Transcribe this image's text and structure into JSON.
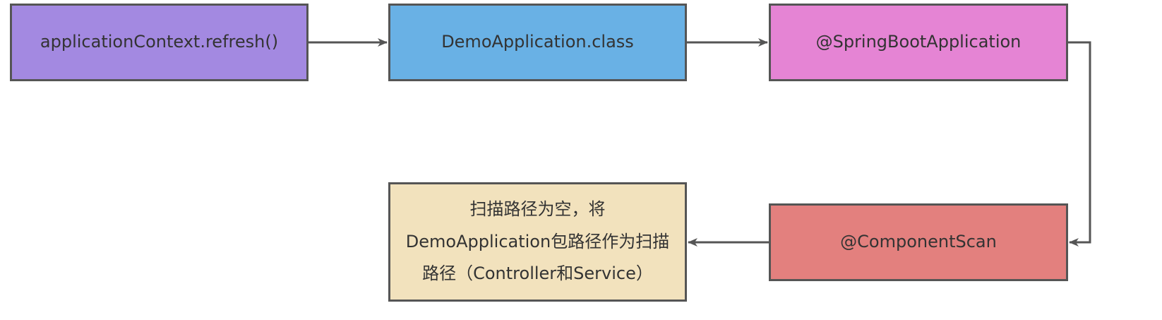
{
  "colors": {
    "node_purple": "#a389e1",
    "node_blue": "#69b1e5",
    "node_pink": "#e584d4",
    "node_red": "#e3807e",
    "node_beige": "#f2e2bd",
    "stroke": "#555555"
  },
  "nodes": {
    "n1": {
      "label": "applicationContext.refresh()"
    },
    "n2": {
      "label": "DemoApplication.class"
    },
    "n3": {
      "label": "@SpringBootApplication"
    },
    "n4": {
      "label": "@ComponentScan"
    },
    "n5": {
      "label": "扫描路径为空，将DemoApplication包路径作为扫描路径（Controller和Service）"
    }
  },
  "edges": [
    {
      "from": "n1",
      "to": "n2"
    },
    {
      "from": "n2",
      "to": "n3"
    },
    {
      "from": "n3",
      "to": "n4"
    },
    {
      "from": "n4",
      "to": "n5"
    }
  ]
}
